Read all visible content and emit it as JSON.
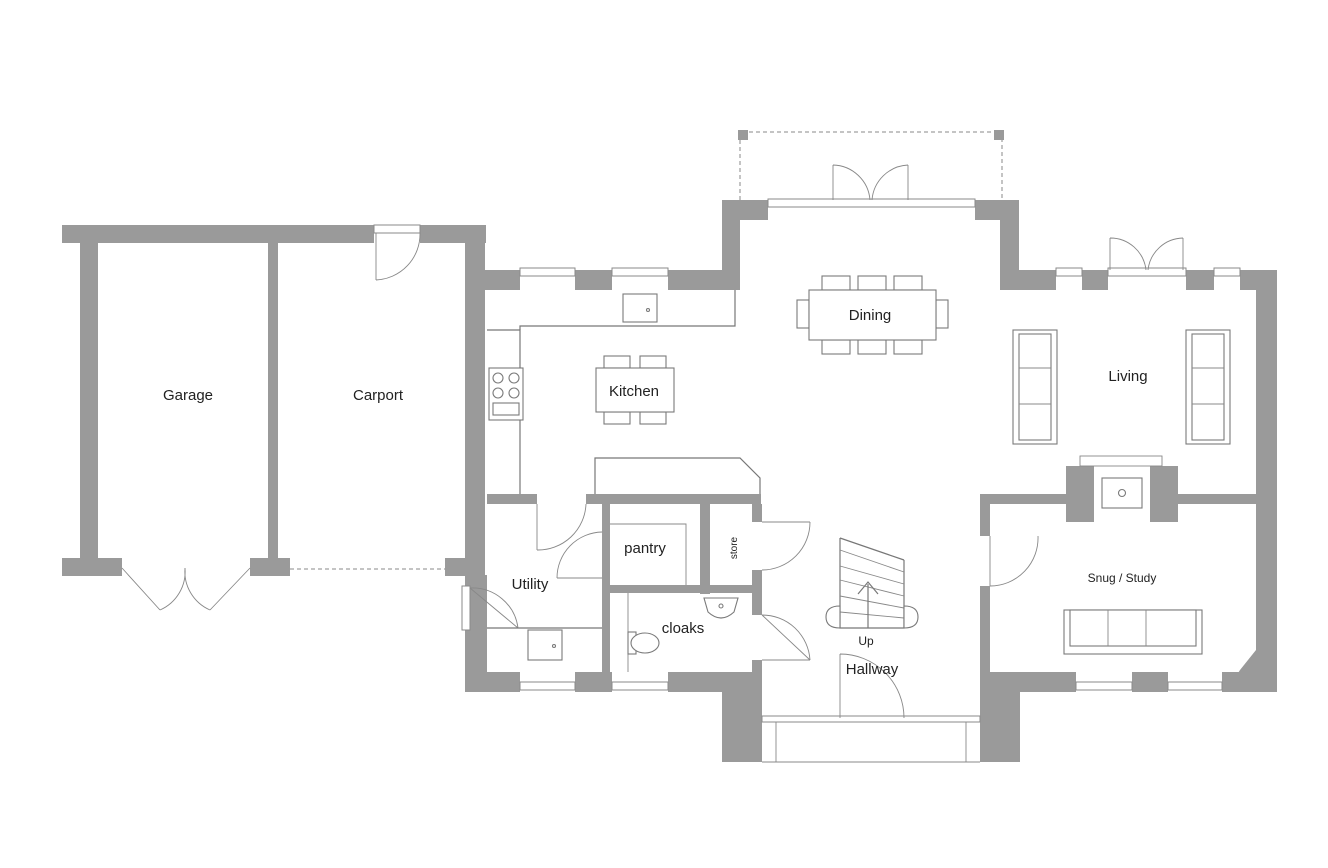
{
  "floorplan": {
    "rooms": {
      "garage": "Garage",
      "carport": "Carport",
      "kitchen": "Kitchen",
      "dining": "Dining",
      "living": "Living",
      "utility": "Utility",
      "pantry": "pantry",
      "store": "store",
      "cloaks": "cloaks",
      "hallway": "Hallway",
      "snug_study": "Snug / Study"
    },
    "stair_label": "Up"
  },
  "colors": {
    "wall": "#9a9a9a",
    "line": "#777777",
    "background": "#ffffff"
  }
}
